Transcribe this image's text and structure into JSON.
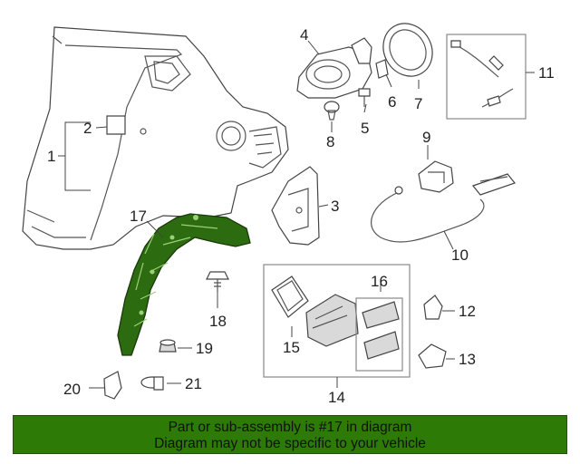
{
  "callouts": {
    "c1": "1",
    "c2": "2",
    "c3": "3",
    "c4": "4",
    "c5": "5",
    "c6": "6",
    "c7": "7",
    "c8": "8",
    "c9": "9",
    "c10": "10",
    "c11": "11",
    "c12": "12",
    "c13": "13",
    "c14": "14",
    "c15": "15",
    "c16": "16",
    "c17": "17",
    "c18": "18",
    "c19": "19",
    "c20": "20",
    "c21": "21"
  },
  "highlight": {
    "part": "17",
    "color": "#2d6b10"
  },
  "banner": {
    "line1": "Part or sub-assembly is #17 in diagram",
    "line2": "Diagram may not be specific to your vehicle",
    "background": "#2d7a07"
  }
}
